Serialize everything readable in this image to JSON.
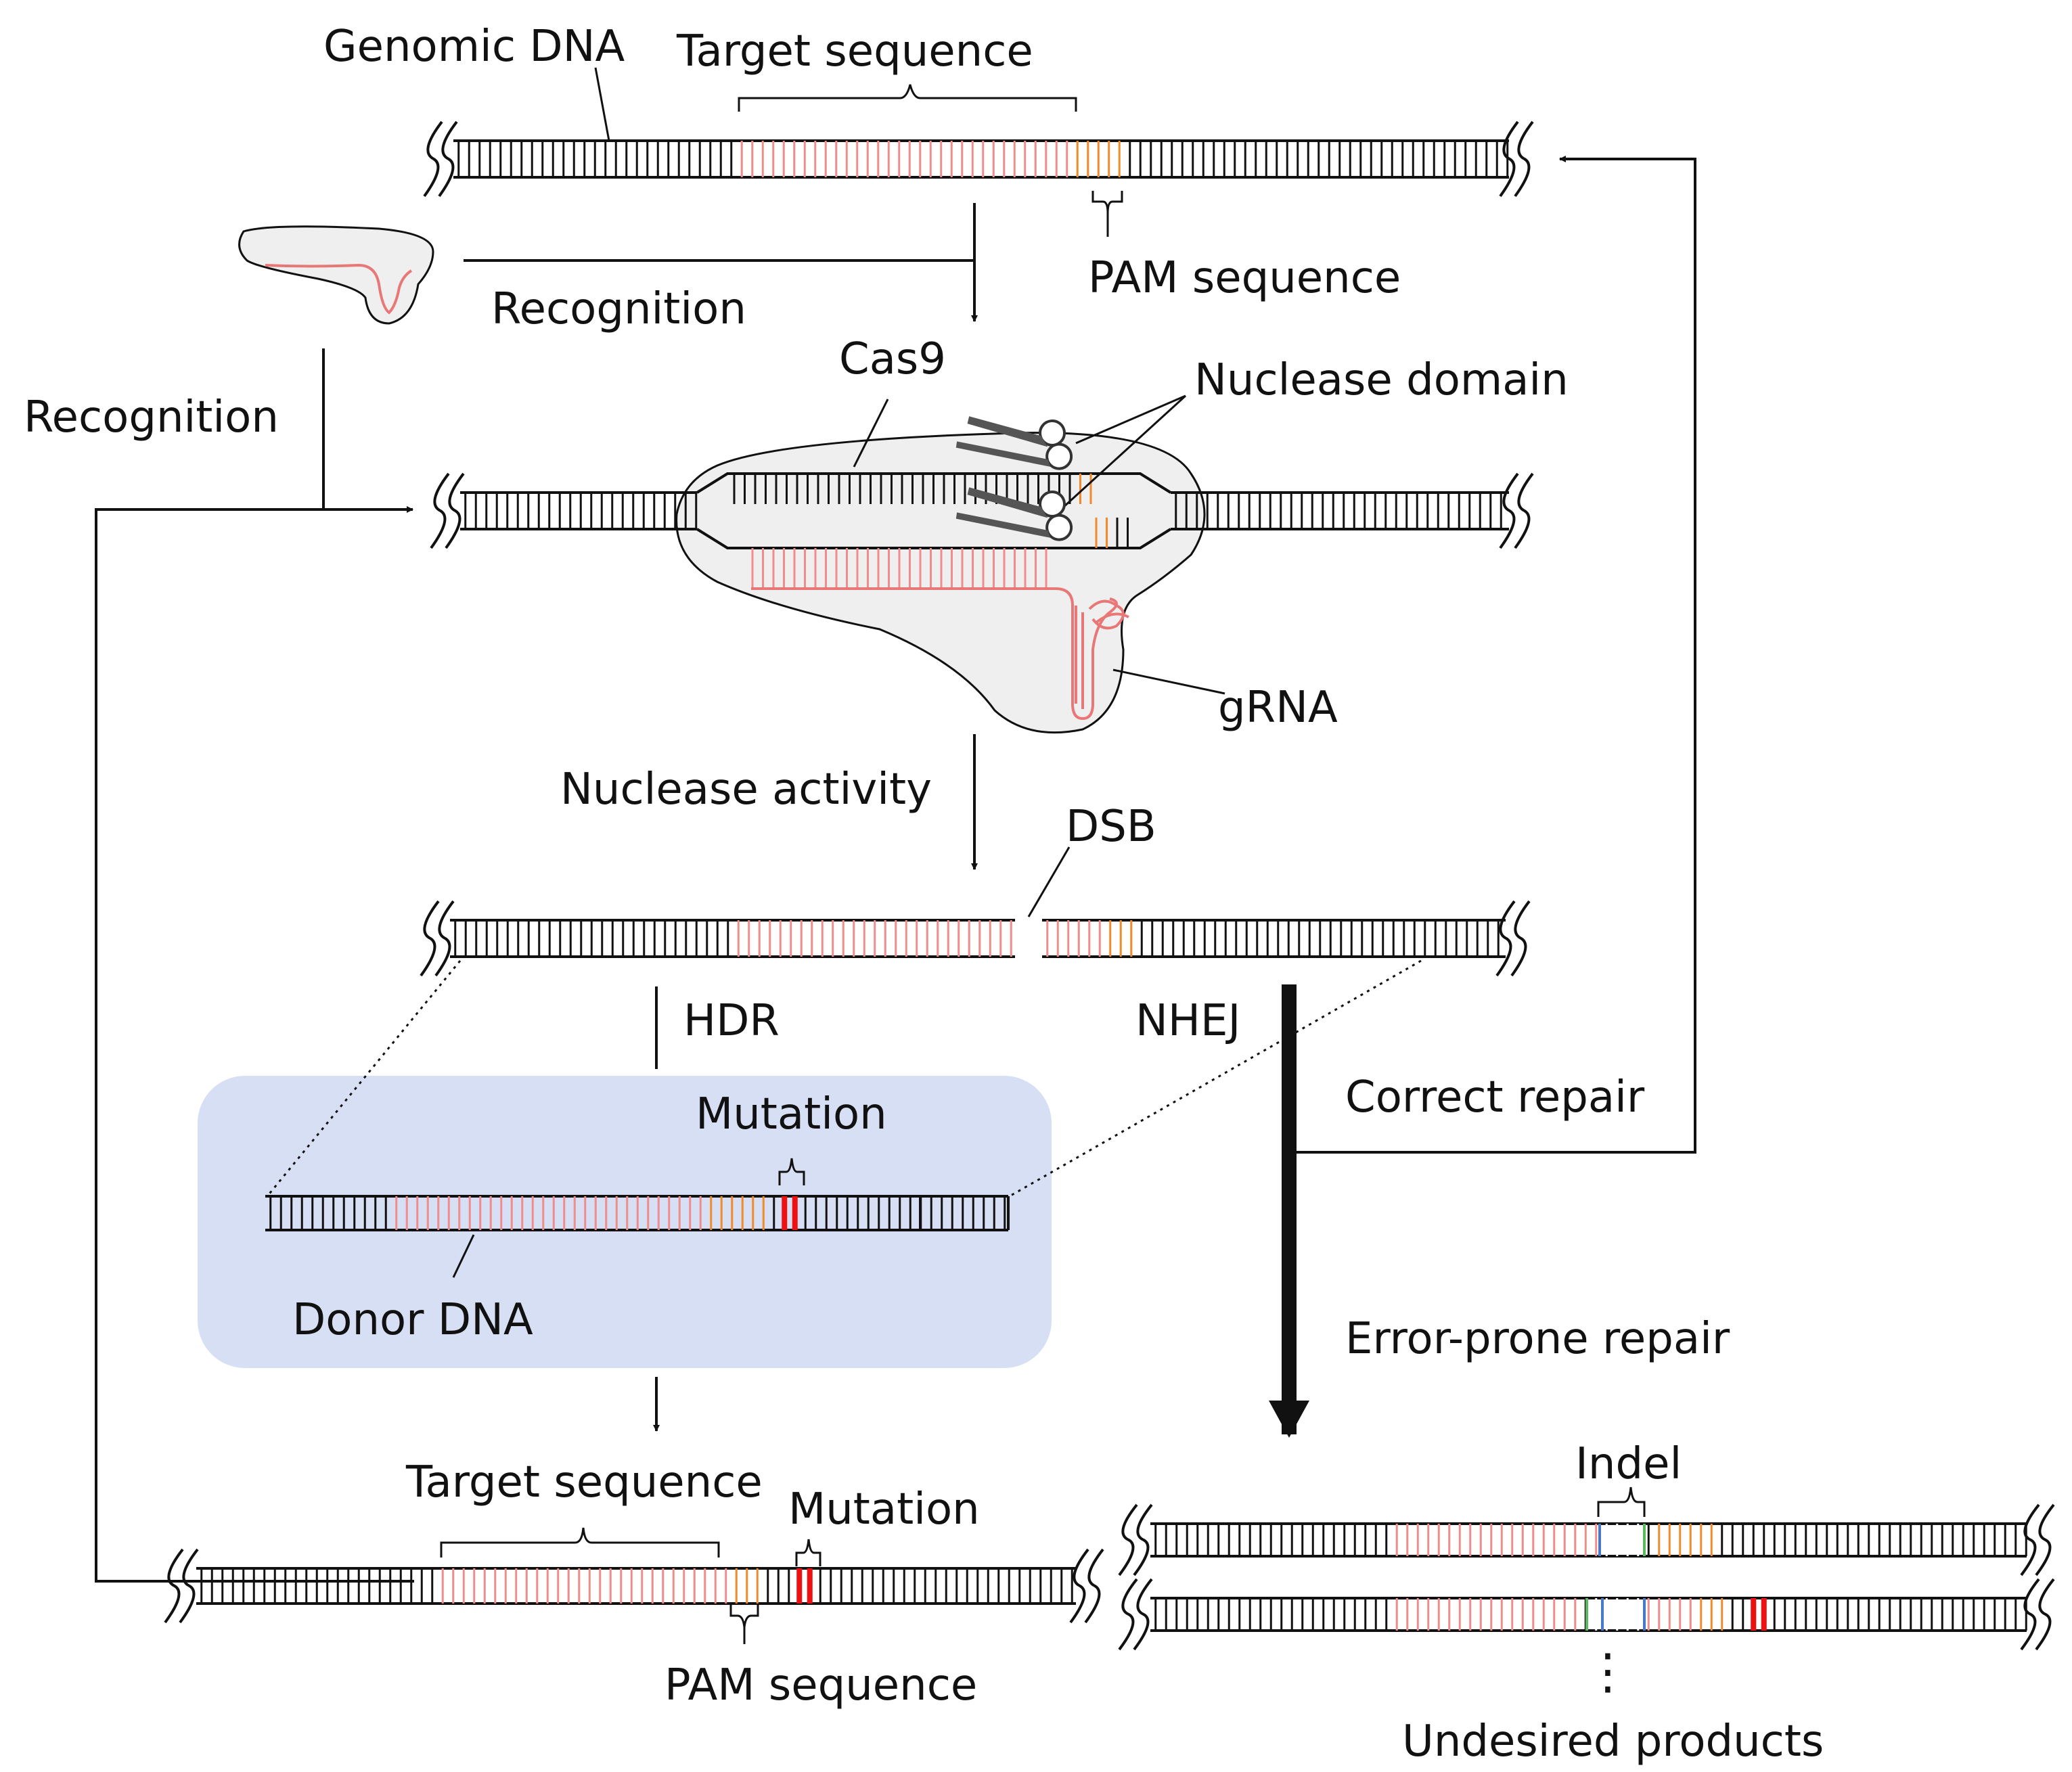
{
  "labels": {
    "genomic_dna": "Genomic DNA",
    "target_top": "Target sequence",
    "pam_top": "PAM sequence",
    "recognition_a": "Recognition",
    "recognition_b": "Recognition",
    "cas9": "Cas9",
    "nuclease_domain": "Nuclease domain",
    "grna": "gRNA",
    "nuclease_activity": "Nuclease activity",
    "dsb": "DSB",
    "hdr": "HDR",
    "nhej": "NHEJ",
    "correct_repair": "Correct repair",
    "mutation_donor": "Mutation",
    "donor_dna": "Donor DNA",
    "error_prone": "Error-prone repair",
    "target_bottom": "Target sequence",
    "mutation_bottom": "Mutation",
    "pam_bottom": "PAM sequence",
    "indel": "Indel",
    "ellipsis": "⋮",
    "undesired": "Undesired products"
  },
  "colors": {
    "backbone": "#111111",
    "target": "#f08c8c",
    "pam": "#f08a2a",
    "mutation": "#ee1111",
    "indel_blue": "#4a78c8",
    "indel_green": "#5cb85c",
    "cas9_fill": "#efefef",
    "donor_box": "#d6dff3",
    "grna": "#e87878"
  }
}
